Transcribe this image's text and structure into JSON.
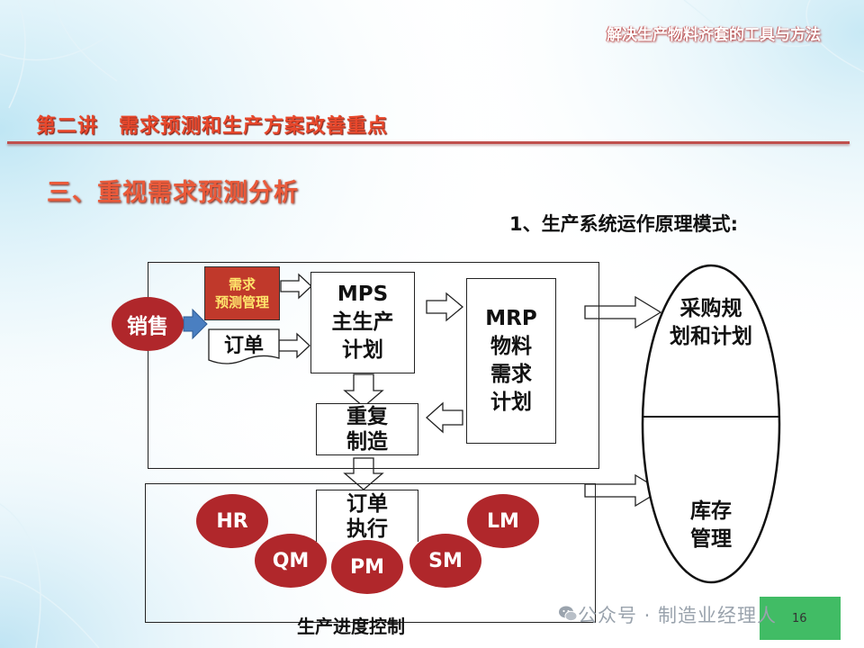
{
  "header": {
    "tag": "解决生产物料齐套的工具与方法"
  },
  "lecture_title": "第二讲　需求预测和生产方案改善重点",
  "section_title": "三、重视需求预测分析",
  "subtitle": "1、生产系统运作原理模式:",
  "diagram": {
    "sales": "销售",
    "forecast_line1": "需求",
    "forecast_line2": "预测管理",
    "order": "订单",
    "mps_line1": "MPS",
    "mps_line2": "主生产",
    "mps_line3": "计划",
    "mrp_line1": "MRP",
    "mrp_line2": "物料",
    "mrp_line3": "需求",
    "mrp_line4": "计划",
    "repeat_line1": "重复",
    "repeat_line2": "制造",
    "order_exec_line1": "订单",
    "order_exec_line2": "执行",
    "hr": "HR",
    "qm": "QM",
    "pm": "PM",
    "sm": "SM",
    "lm": "LM",
    "purchase_line1": "采购规",
    "purchase_line2": "划和计划",
    "inventory_line1": "库存",
    "inventory_line2": "管理",
    "production_control": "生产进度控制"
  },
  "watermark": "公众号 · 制造业经理人",
  "page_number": "16",
  "colors": {
    "accent_red": "#b0272b",
    "forecast_fill": "#c0392b",
    "rule": "#c0504d",
    "watermark_green": "#20b04a"
  }
}
